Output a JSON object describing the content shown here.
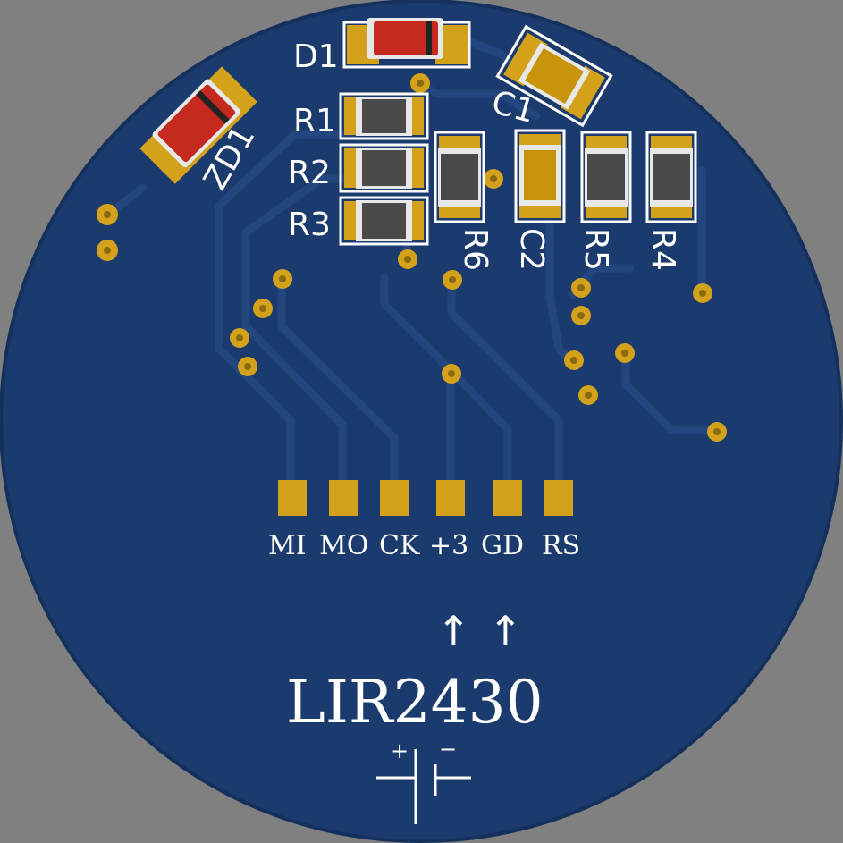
{
  "colors": {
    "background": "#808080",
    "board": "#1b3a6e",
    "board_edge": "#14305d",
    "trace": "#20427c",
    "pad": "#d3a21a",
    "silk": "#ffffff",
    "diode_body": "#c62a1e",
    "resistor_body": "#4a4a4a",
    "capacitor_body": "#c8940c"
  },
  "components": {
    "d1": "D1",
    "zd1": "ZD1",
    "c1": "C1",
    "c2": "C2",
    "r1": "R1",
    "r2": "R2",
    "r3": "R3",
    "r4": "R4",
    "r5": "R5",
    "r6": "R6"
  },
  "connector": {
    "pins": [
      "MI",
      "MO",
      "CK",
      "+3",
      "GD",
      "RS"
    ]
  },
  "battery": {
    "label": "LIR2430",
    "arrows": [
      "↑",
      "↑"
    ],
    "plus": "+",
    "minus": "−"
  }
}
